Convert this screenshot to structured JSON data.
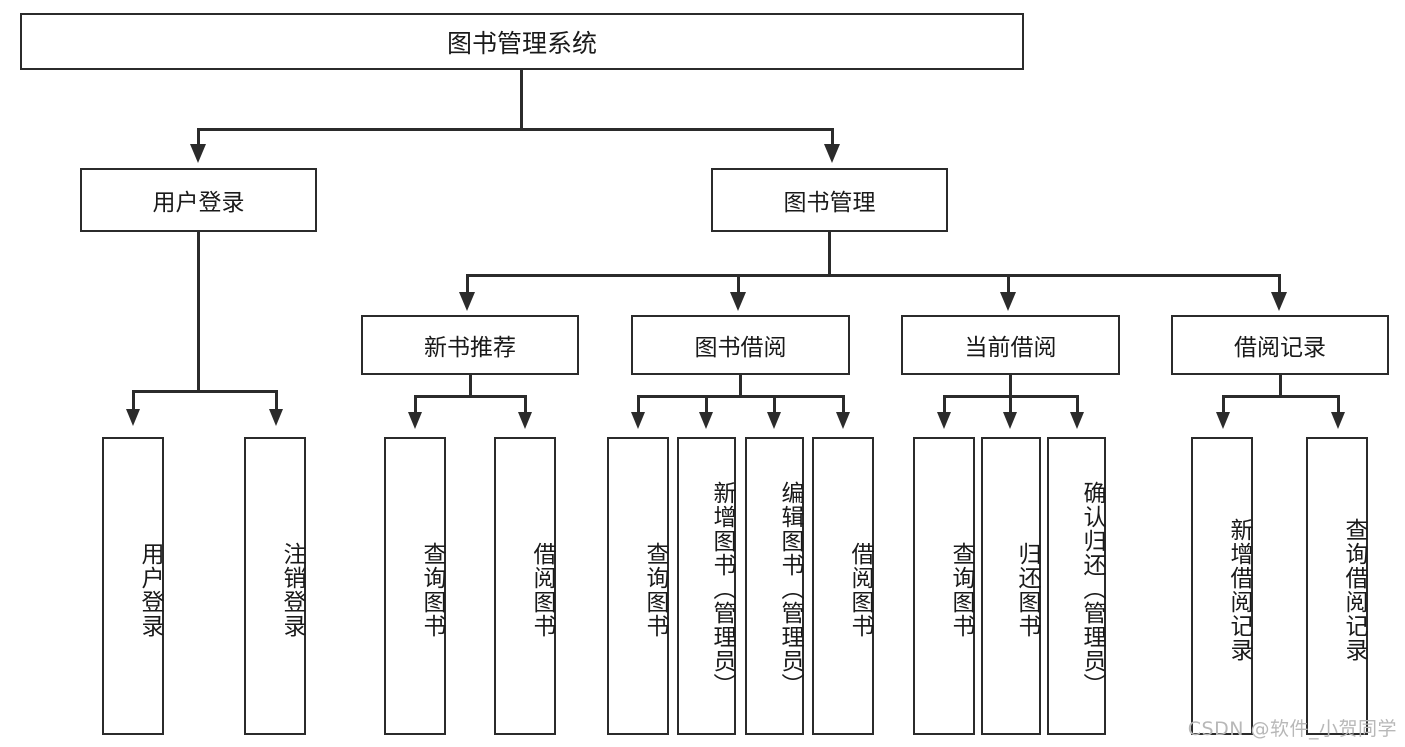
{
  "diagram": {
    "title": "图书管理系统",
    "type": "tree-hierarchy-diagram",
    "watermark": "CSDN @软件_小贺同学",
    "colors": {
      "stroke": "#2b2b2b",
      "fill": "#ffffff",
      "text": "#1a1a1a",
      "watermark": "#b8b8b8"
    },
    "root": {
      "label": "图书管理系统"
    },
    "level2": [
      {
        "id": "user-login",
        "label": "用户登录"
      },
      {
        "id": "book-management",
        "label": "图书管理"
      }
    ],
    "level3": [
      {
        "id": "new-book-recommend",
        "label": "新书推荐"
      },
      {
        "id": "book-borrow",
        "label": "图书借阅"
      },
      {
        "id": "current-borrow",
        "label": "当前借阅"
      },
      {
        "id": "borrow-record",
        "label": "借阅记录"
      }
    ],
    "leaves": [
      {
        "id": "leaf-user-login",
        "label": "用户登录",
        "parent": "user-login"
      },
      {
        "id": "leaf-logout-login",
        "label": "注销登录",
        "parent": "user-login"
      },
      {
        "id": "leaf-query-book-1",
        "label": "查询图书",
        "parent": "new-book-recommend"
      },
      {
        "id": "leaf-borrow-book-1",
        "label": "借阅图书",
        "parent": "new-book-recommend"
      },
      {
        "id": "leaf-query-book-2",
        "label": "查询图书",
        "parent": "book-borrow"
      },
      {
        "id": "leaf-add-book",
        "label": "新增图书（管理员）",
        "parent": "book-borrow"
      },
      {
        "id": "leaf-edit-book",
        "label": "编辑图书（管理员）",
        "parent": "book-borrow"
      },
      {
        "id": "leaf-borrow-book-2",
        "label": "借阅图书",
        "parent": "book-borrow"
      },
      {
        "id": "leaf-query-book-3",
        "label": "查询图书",
        "parent": "current-borrow"
      },
      {
        "id": "leaf-return-book",
        "label": "归还图书",
        "parent": "current-borrow"
      },
      {
        "id": "leaf-confirm-return",
        "label": "确认归还（管理员）",
        "parent": "current-borrow"
      },
      {
        "id": "leaf-add-record",
        "label": "新增借阅记录",
        "parent": "borrow-record"
      },
      {
        "id": "leaf-query-record",
        "label": "查询借阅记录",
        "parent": "borrow-record"
      }
    ]
  }
}
